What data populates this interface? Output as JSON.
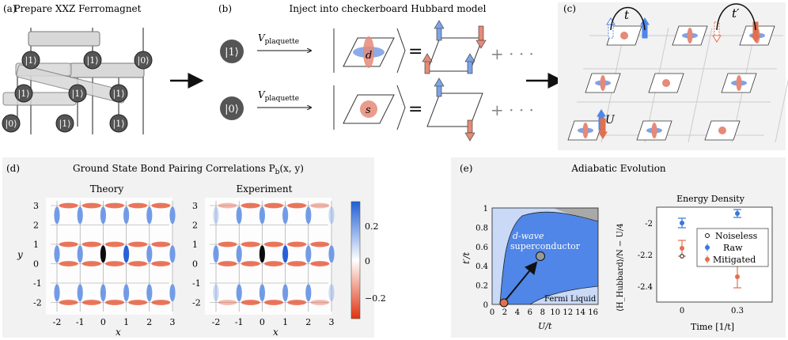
{
  "panel_a": {
    "letter": "(a)",
    "title": "Prepare XXZ Ferromagnet",
    "qubits": [
      "|1⟩",
      "|1⟩",
      "|0⟩",
      "|1⟩",
      "|1⟩",
      "|0⟩",
      "|1⟩",
      "|1⟩"
    ]
  },
  "panel_b": {
    "letter": "(b)",
    "title": "Inject into checkerboard Hubbard model",
    "input_top": "|1⟩",
    "input_bottom": "|0⟩",
    "op_label": "V",
    "op_sub": "plaquette",
    "orbital_d": "d",
    "orbital_s": "s",
    "equals": "=",
    "ellipsis": "+ · · ·"
  },
  "panel_c": {
    "letter": "(c)",
    "hop_t": "t",
    "hop_tp": "t′",
    "interaction_U": "U"
  },
  "panel_d": {
    "letter": "(d)",
    "title": "Ground State Bond Pairing Correlations P",
    "title_sub": "b",
    "title_args": "(x, y)",
    "sub_theory": "Theory",
    "sub_experiment": "Experiment",
    "xlabel": "x",
    "ylabel": "y",
    "xticks": [
      "-2",
      "-1",
      "0",
      "1",
      "2",
      "3"
    ],
    "yticks": [
      "3",
      "2",
      "1",
      "0",
      "-1",
      "-2"
    ],
    "colorbar_ticks": [
      "0.2",
      "0",
      "−0.2"
    ],
    "colors": {
      "positive": "#2166e0",
      "negative": "#e0411e",
      "self": "#000000"
    }
  },
  "panel_e": {
    "letter": "(e)",
    "title": "Adiabatic Evolution",
    "phase_label_1": "d-wave",
    "phase_label_2": "superconductor",
    "fermi_liquid": "Fermi Liquid",
    "phase_xlabel": "U/t",
    "phase_ylabel": "t′/t",
    "phase_xticks": [
      "0",
      "2",
      "4",
      "6",
      "8",
      "10",
      "12",
      "14",
      "16"
    ],
    "phase_yticks": [
      "0",
      "0.2",
      "0.4",
      "0.6",
      "0.8",
      "1"
    ],
    "energy_title": "Energy Density",
    "energy_ylabel": "⟨H_Hubbard⟩/N − U/4",
    "energy_xlabel": "Time [1/t]",
    "energy_xticks": [
      "0",
      "0.3"
    ],
    "energy_yticks": [
      "-2",
      "-2.2",
      "-2.4"
    ],
    "legend": [
      "Noiseless",
      "Raw",
      "Mitigated"
    ],
    "colors": {
      "raw": "#3a78d8",
      "mitigated": "#e0704e",
      "phase": "#4f86e8"
    }
  }
}
